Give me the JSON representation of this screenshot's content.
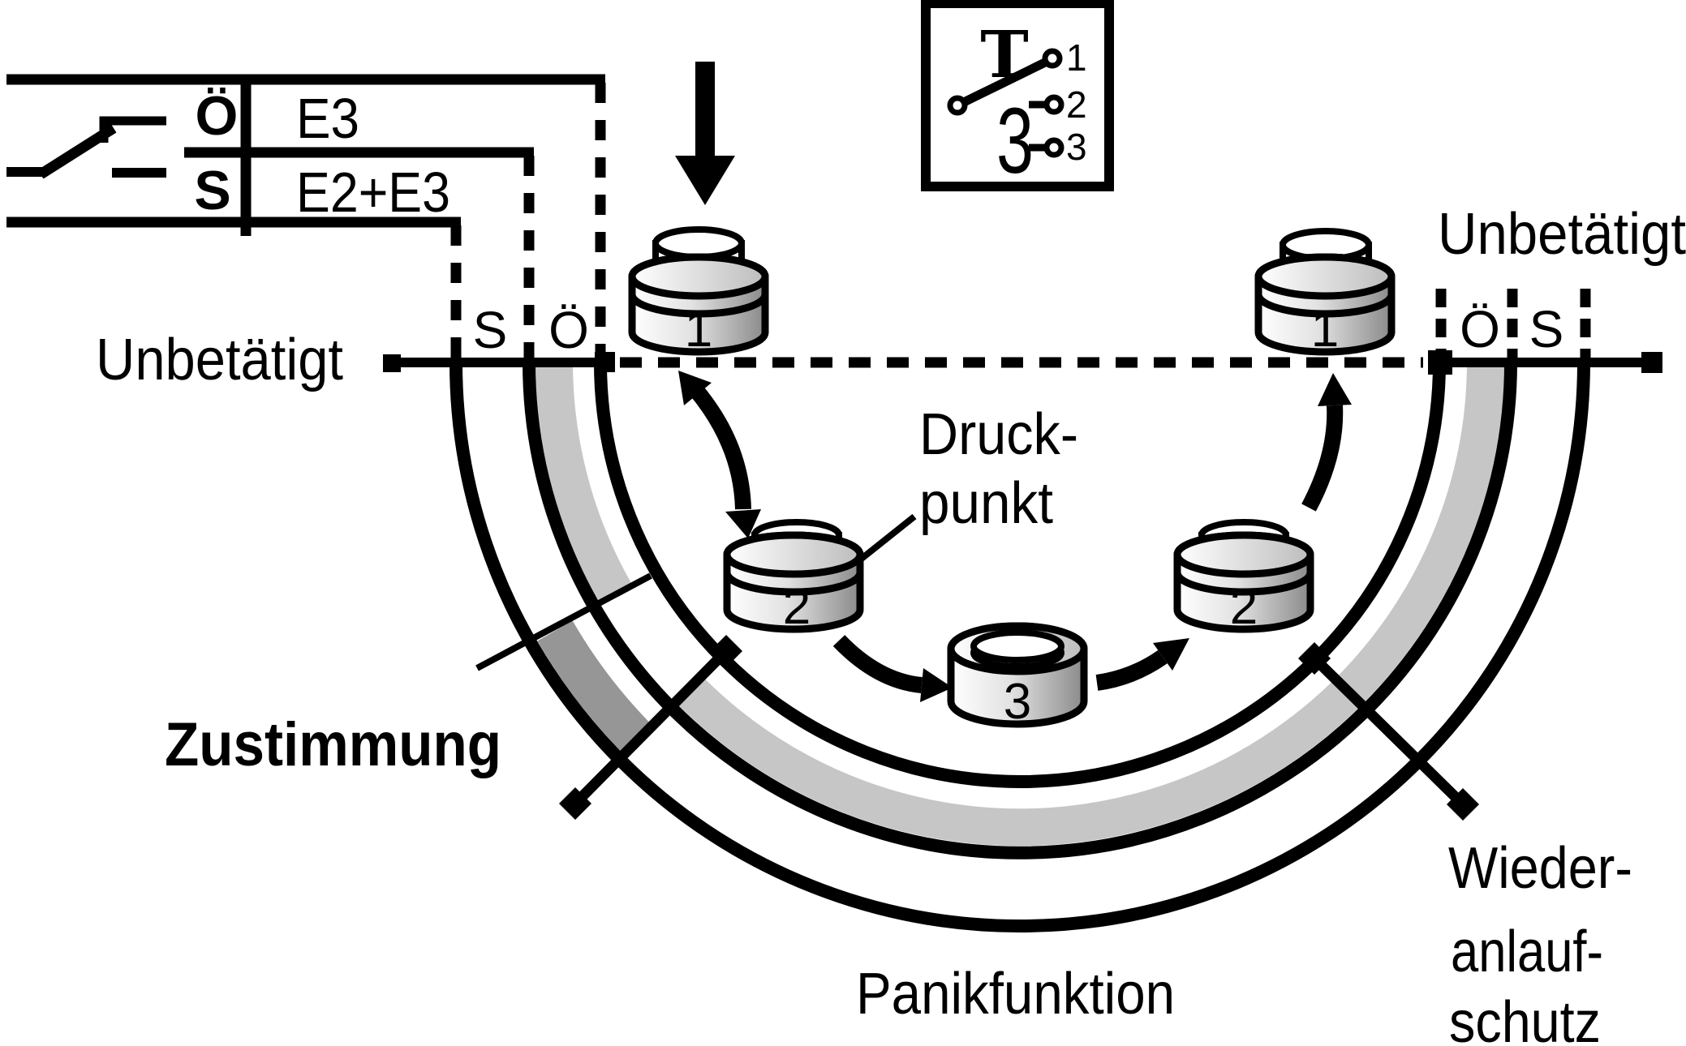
{
  "colors": {
    "ink": "#000000",
    "background": "#ffffff",
    "band_light": "#c6c6c6",
    "band_dark": "#969696",
    "cylinder_shade": "#8a8a8a"
  },
  "contact_table": {
    "rows": [
      {
        "contact": "Ö",
        "circuits": "E3"
      },
      {
        "contact": "S",
        "circuits": "E2+E3"
      }
    ]
  },
  "actuator_box": {
    "actuator_symbol": "T",
    "positions_count": "3",
    "terminals": [
      "1",
      "2",
      "3"
    ]
  },
  "states": {
    "left_unactuated": "Unbetätigt",
    "right_unactuated": "Unbetätigt"
  },
  "contact_marks": {
    "left_s": "S",
    "left_o": "Ö",
    "right_o": "Ö",
    "right_s": "S"
  },
  "positions": {
    "left_1": "1",
    "left_2": "2",
    "bottom_3": "3",
    "right_2": "2",
    "right_1": "1"
  },
  "annotations": {
    "pressure_point": [
      "Druck-",
      "punkt"
    ],
    "enable": "Zustimmung",
    "panic": "Panikfunktion",
    "restart_protection": [
      "Wieder-",
      "anlauf-",
      "schutz"
    ]
  }
}
